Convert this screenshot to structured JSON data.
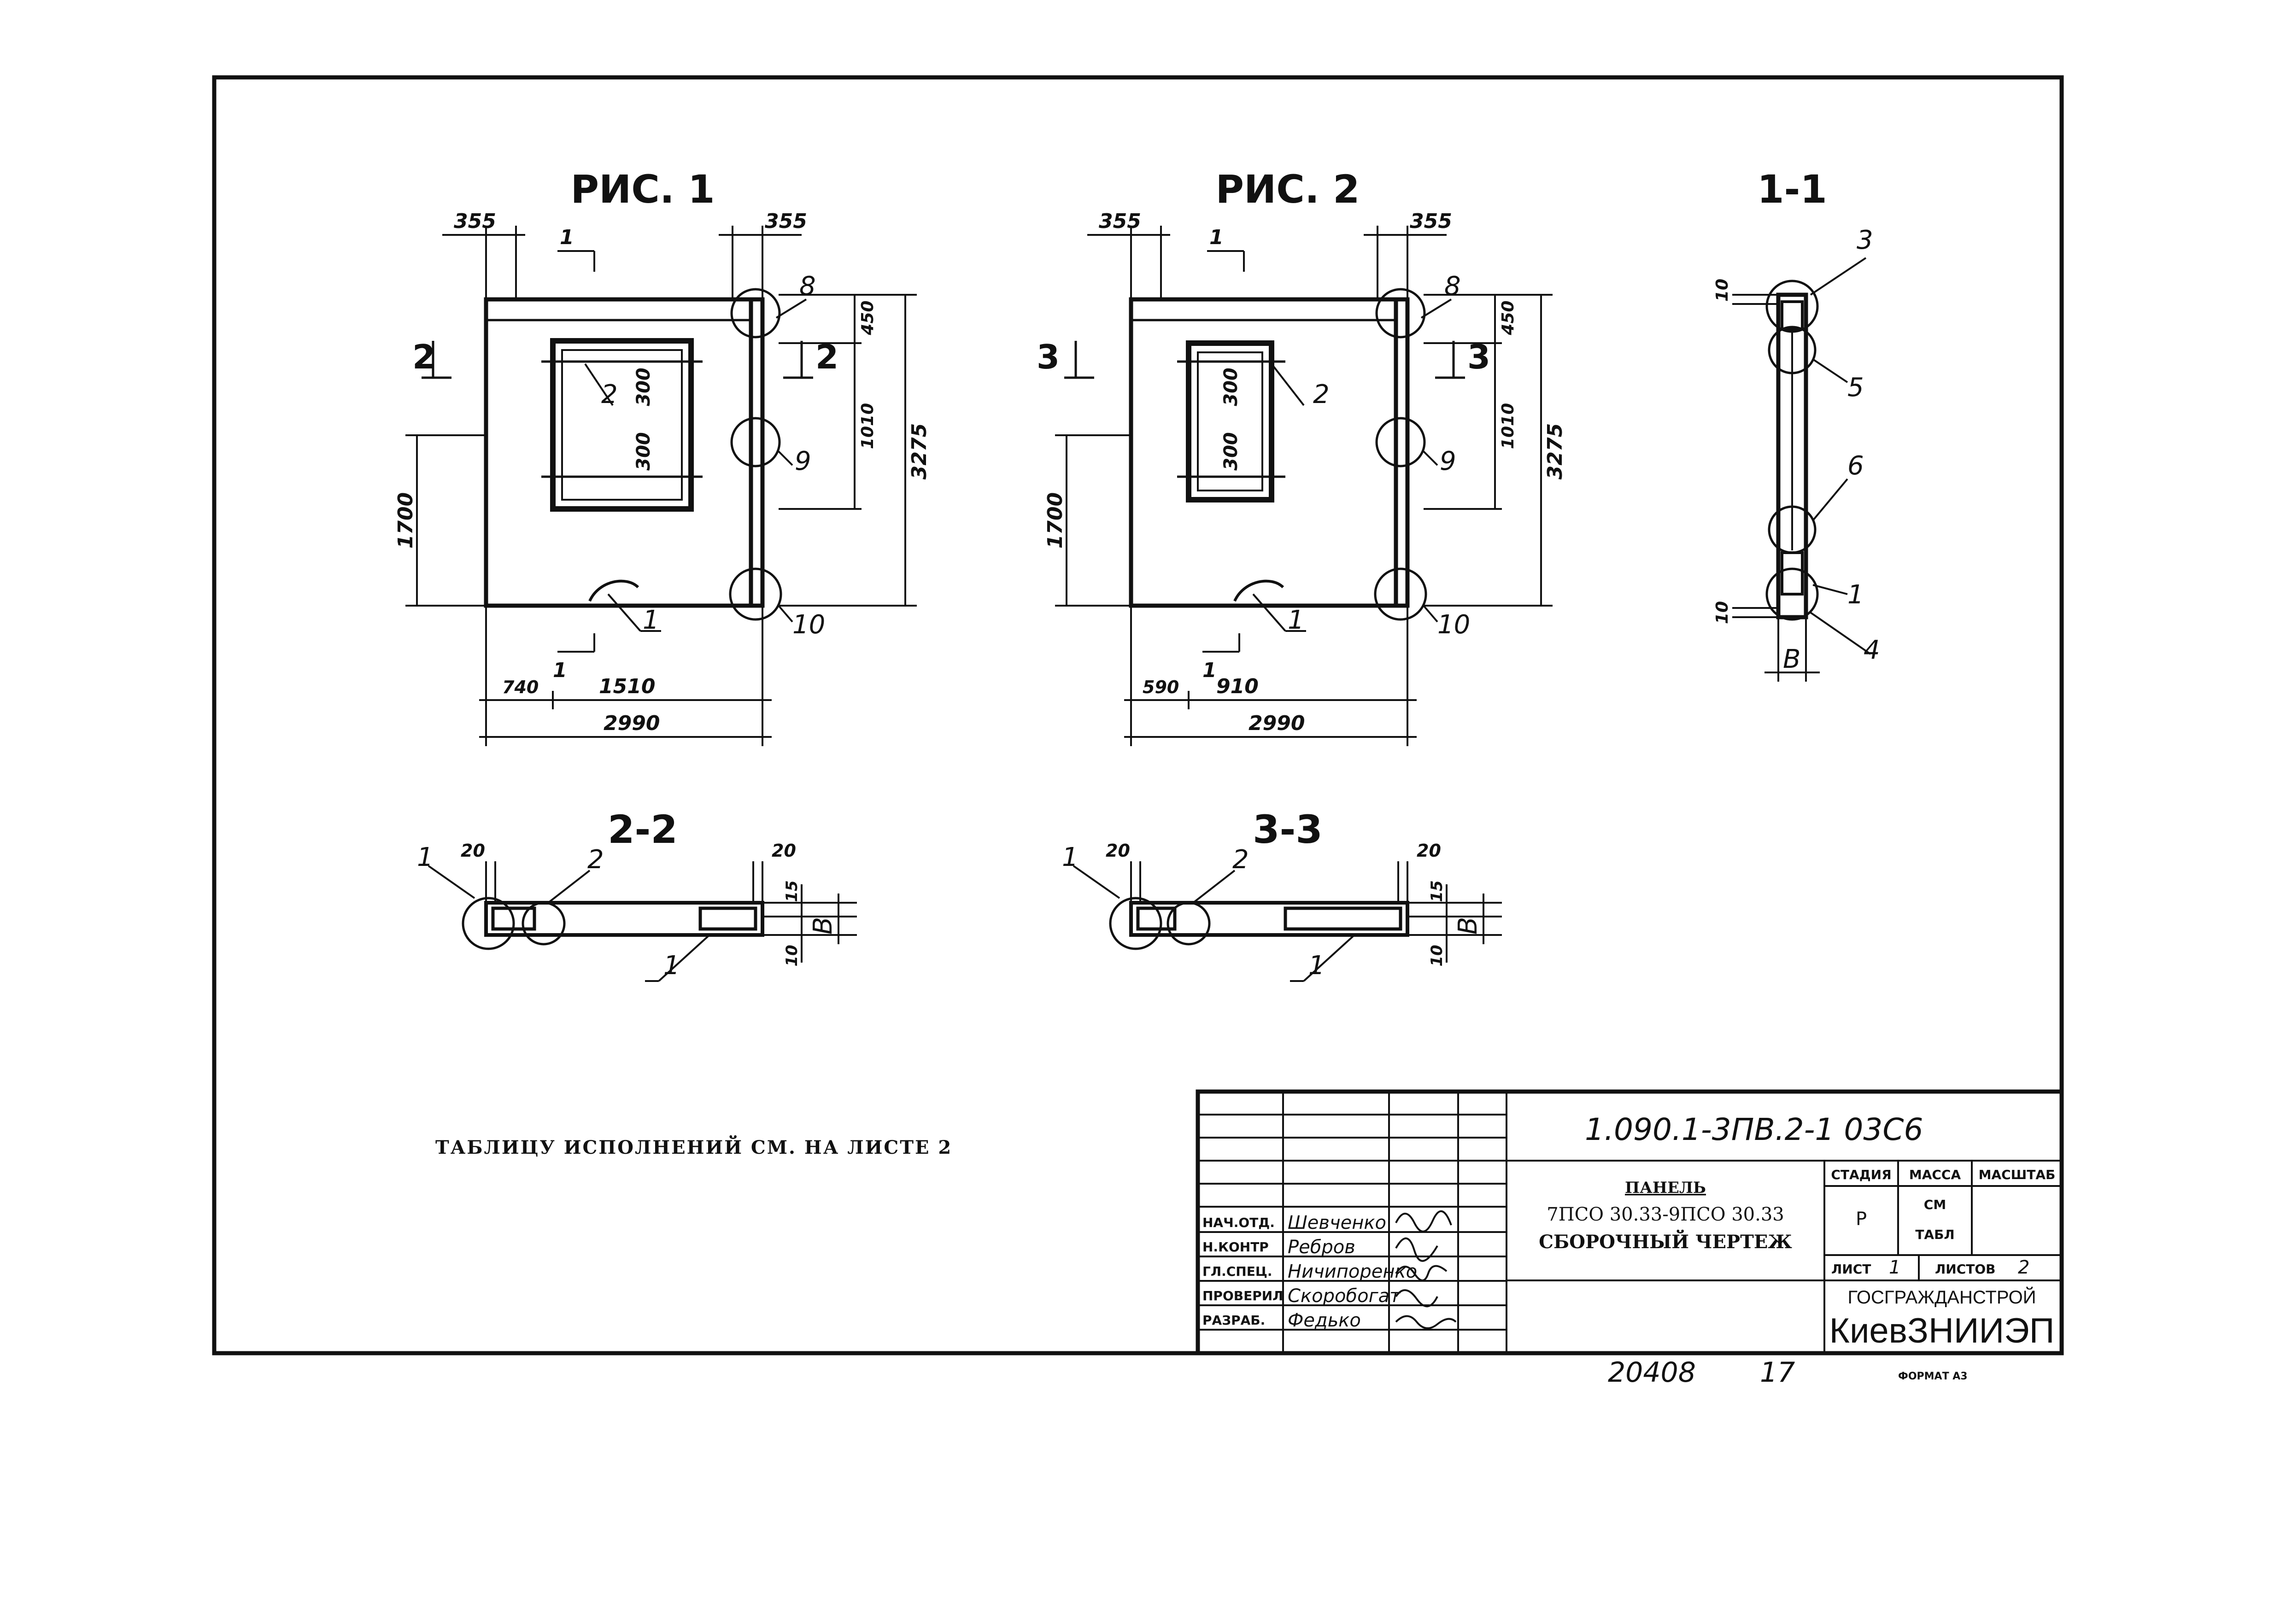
{
  "fig1": {
    "title": "РИС. 1",
    "top_left": "355",
    "top_right": "355",
    "cut_top": "1",
    "cut_bottom": "1",
    "side_left_mark": "2",
    "side_right_mark": "2",
    "h_left": "1700",
    "h_right_450": "450",
    "h_right_1010": "1010",
    "h_total": "3275",
    "win_top": "300",
    "win_bottom": "300",
    "bot_740": "740",
    "bot_1510": "1510",
    "bot_total": "2990",
    "c1": "1",
    "c2": "2",
    "c8": "8",
    "c9": "9",
    "c10": "10"
  },
  "fig2": {
    "title": "РИС. 2",
    "top_left": "355",
    "top_right": "355",
    "cut_top": "1",
    "cut_bottom": "1",
    "side_left_mark": "3",
    "side_right_mark": "3",
    "h_left": "1700",
    "h_right_450": "450",
    "h_right_1010": "1010",
    "h_total": "3275",
    "win_top": "300",
    "win_bottom": "300",
    "bot_590": "590",
    "bot_910": "910",
    "bot_total": "2990",
    "c1": "1",
    "c2": "2",
    "c8": "8",
    "c9": "9",
    "c10": "10"
  },
  "section11": {
    "title": "1-1",
    "d10_top": "10",
    "d10_bottom": "10",
    "B": "В",
    "c1": "1",
    "c3": "3",
    "c4": "4",
    "c5": "5",
    "c6": "6"
  },
  "section22": {
    "title": "2-2",
    "d20_left": "20",
    "d20_right": "20",
    "d15": "15",
    "d10": "10",
    "B": "В",
    "c1": "1",
    "c2": "2",
    "c1b": "1"
  },
  "section33": {
    "title": "3-3",
    "d20_left": "20",
    "d20_right": "20",
    "d15": "15",
    "d10": "10",
    "B": "В",
    "c1": "1",
    "c2": "2",
    "c1b": "1"
  },
  "note": "ТАБЛИЦУ ИСПОЛНЕНИЙ СМ. НА ЛИСТЕ 2",
  "titleblock": {
    "code": "1.090.1-3ПВ.2-1 03С6",
    "doc_kind": "ПАНЕЛЬ",
    "doc_line2": "7ПСО 30.33-9ПСО 30.33",
    "doc_line3": "СБОРОЧНЫЙ ЧЕРТЕЖ",
    "stage_h": "СТАДИЯ",
    "mass_h": "МАССА",
    "scale_h": "МАСШТАБ",
    "stage_v": "Р",
    "mass_v1": "СМ",
    "mass_v2": "ТАБЛ",
    "sheet_l": "ЛИСТ",
    "sheet_v": "1",
    "sheets_l": "ЛИСТОВ",
    "sheets_v": "2",
    "org1": "ГОСГРАЖДАНСТРОЙ",
    "org2": "КиевЗНИИЭП",
    "roles": [
      {
        "role": "НАЧ.ОТД.",
        "name": "Шевченко"
      },
      {
        "role": "Н.КОНТР",
        "name": "Ребров"
      },
      {
        "role": "ГЛ.СПЕЦ.",
        "name": "Ничипоренко"
      },
      {
        "role": "ПРОВЕРИЛ",
        "name": "Скоробогат"
      },
      {
        "role": "РАЗРАБ.",
        "name": "Федько"
      }
    ]
  },
  "footer": {
    "inv": "20408",
    "page": "17",
    "format": "ФОРМАТ А3"
  }
}
